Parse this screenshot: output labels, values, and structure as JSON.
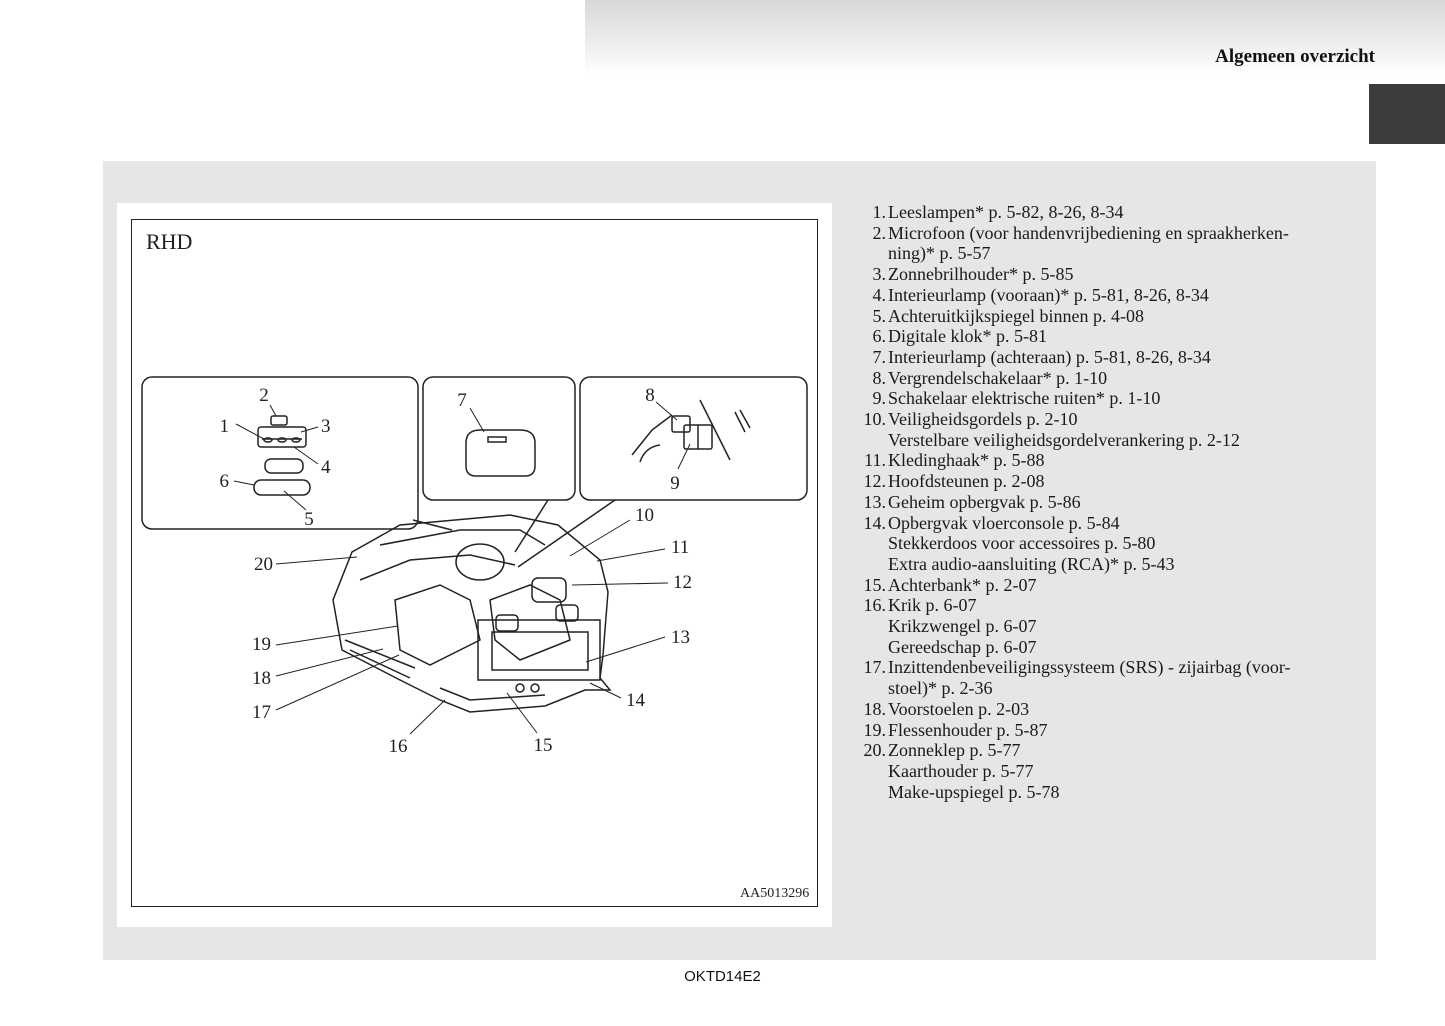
{
  "header": {
    "section_title": "Algemeen overzicht"
  },
  "figure": {
    "label": "RHD",
    "code": "AA5013296",
    "callouts": [
      "1",
      "2",
      "3",
      "4",
      "5",
      "6",
      "7",
      "8",
      "9",
      "10",
      "11",
      "12",
      "13",
      "14",
      "15",
      "16",
      "17",
      "18",
      "19",
      "20"
    ]
  },
  "legend": {
    "entries": [
      {
        "num": "1.",
        "lines": [
          "Leeslampen* p. 5-82, 8-26, 8-34"
        ]
      },
      {
        "num": "2.",
        "lines": [
          "Microfoon (voor handenvrijbediening en spraakherken-",
          "ning)* p. 5-57"
        ]
      },
      {
        "num": "3.",
        "lines": [
          "Zonnebrilhouder* p. 5-85"
        ]
      },
      {
        "num": "4.",
        "lines": [
          "Interieurlamp (vooraan)* p. 5-81, 8-26, 8-34"
        ]
      },
      {
        "num": "5.",
        "lines": [
          "Achteruitkijkspiegel binnen p. 4-08"
        ]
      },
      {
        "num": "6.",
        "lines": [
          "Digitale klok* p. 5-81"
        ]
      },
      {
        "num": "7.",
        "lines": [
          "Interieurlamp (achteraan) p. 5-81, 8-26, 8-34"
        ]
      },
      {
        "num": "8.",
        "lines": [
          "Vergrendelschakelaar* p. 1-10"
        ]
      },
      {
        "num": "9.",
        "lines": [
          "Schakelaar elektrische ruiten* p. 1-10"
        ]
      },
      {
        "num": "10.",
        "lines": [
          "Veiligheidsgordels p. 2-10",
          "Verstelbare veiligheidsgordelverankering p. 2-12"
        ]
      },
      {
        "num": "11.",
        "lines": [
          "Kledinghaak* p. 5-88"
        ]
      },
      {
        "num": "12.",
        "lines": [
          "Hoofdsteunen p. 2-08"
        ]
      },
      {
        "num": "13.",
        "lines": [
          "Geheim opbergvak p. 5-86"
        ]
      },
      {
        "num": "14.",
        "lines": [
          "Opbergvak vloerconsole p. 5-84",
          "Stekkerdoos voor accessoires  p. 5-80",
          "Extra audio-aansluiting (RCA)* p. 5-43"
        ]
      },
      {
        "num": "15.",
        "lines": [
          "Achterbank* p. 2-07"
        ]
      },
      {
        "num": "16.",
        "lines": [
          "Krik p. 6-07",
          "Krikzwengel p. 6-07",
          "Gereedschap p. 6-07"
        ]
      },
      {
        "num": "17.",
        "lines": [
          "Inzittendenbeveiligingssysteem (SRS) - zijairbag (voor-",
          "stoel)* p. 2-36"
        ]
      },
      {
        "num": "18.",
        "lines": [
          "Voorstoelen p. 2-03"
        ]
      },
      {
        "num": "19.",
        "lines": [
          "Flessenhouder p. 5-87"
        ]
      },
      {
        "num": "20.",
        "lines": [
          "Zonneklep p. 5-77",
          "Kaarthouder  p. 5-77",
          "Make-upspiegel p. 5-78"
        ]
      }
    ]
  },
  "footer": {
    "doc_code": "OKTD14E2"
  }
}
